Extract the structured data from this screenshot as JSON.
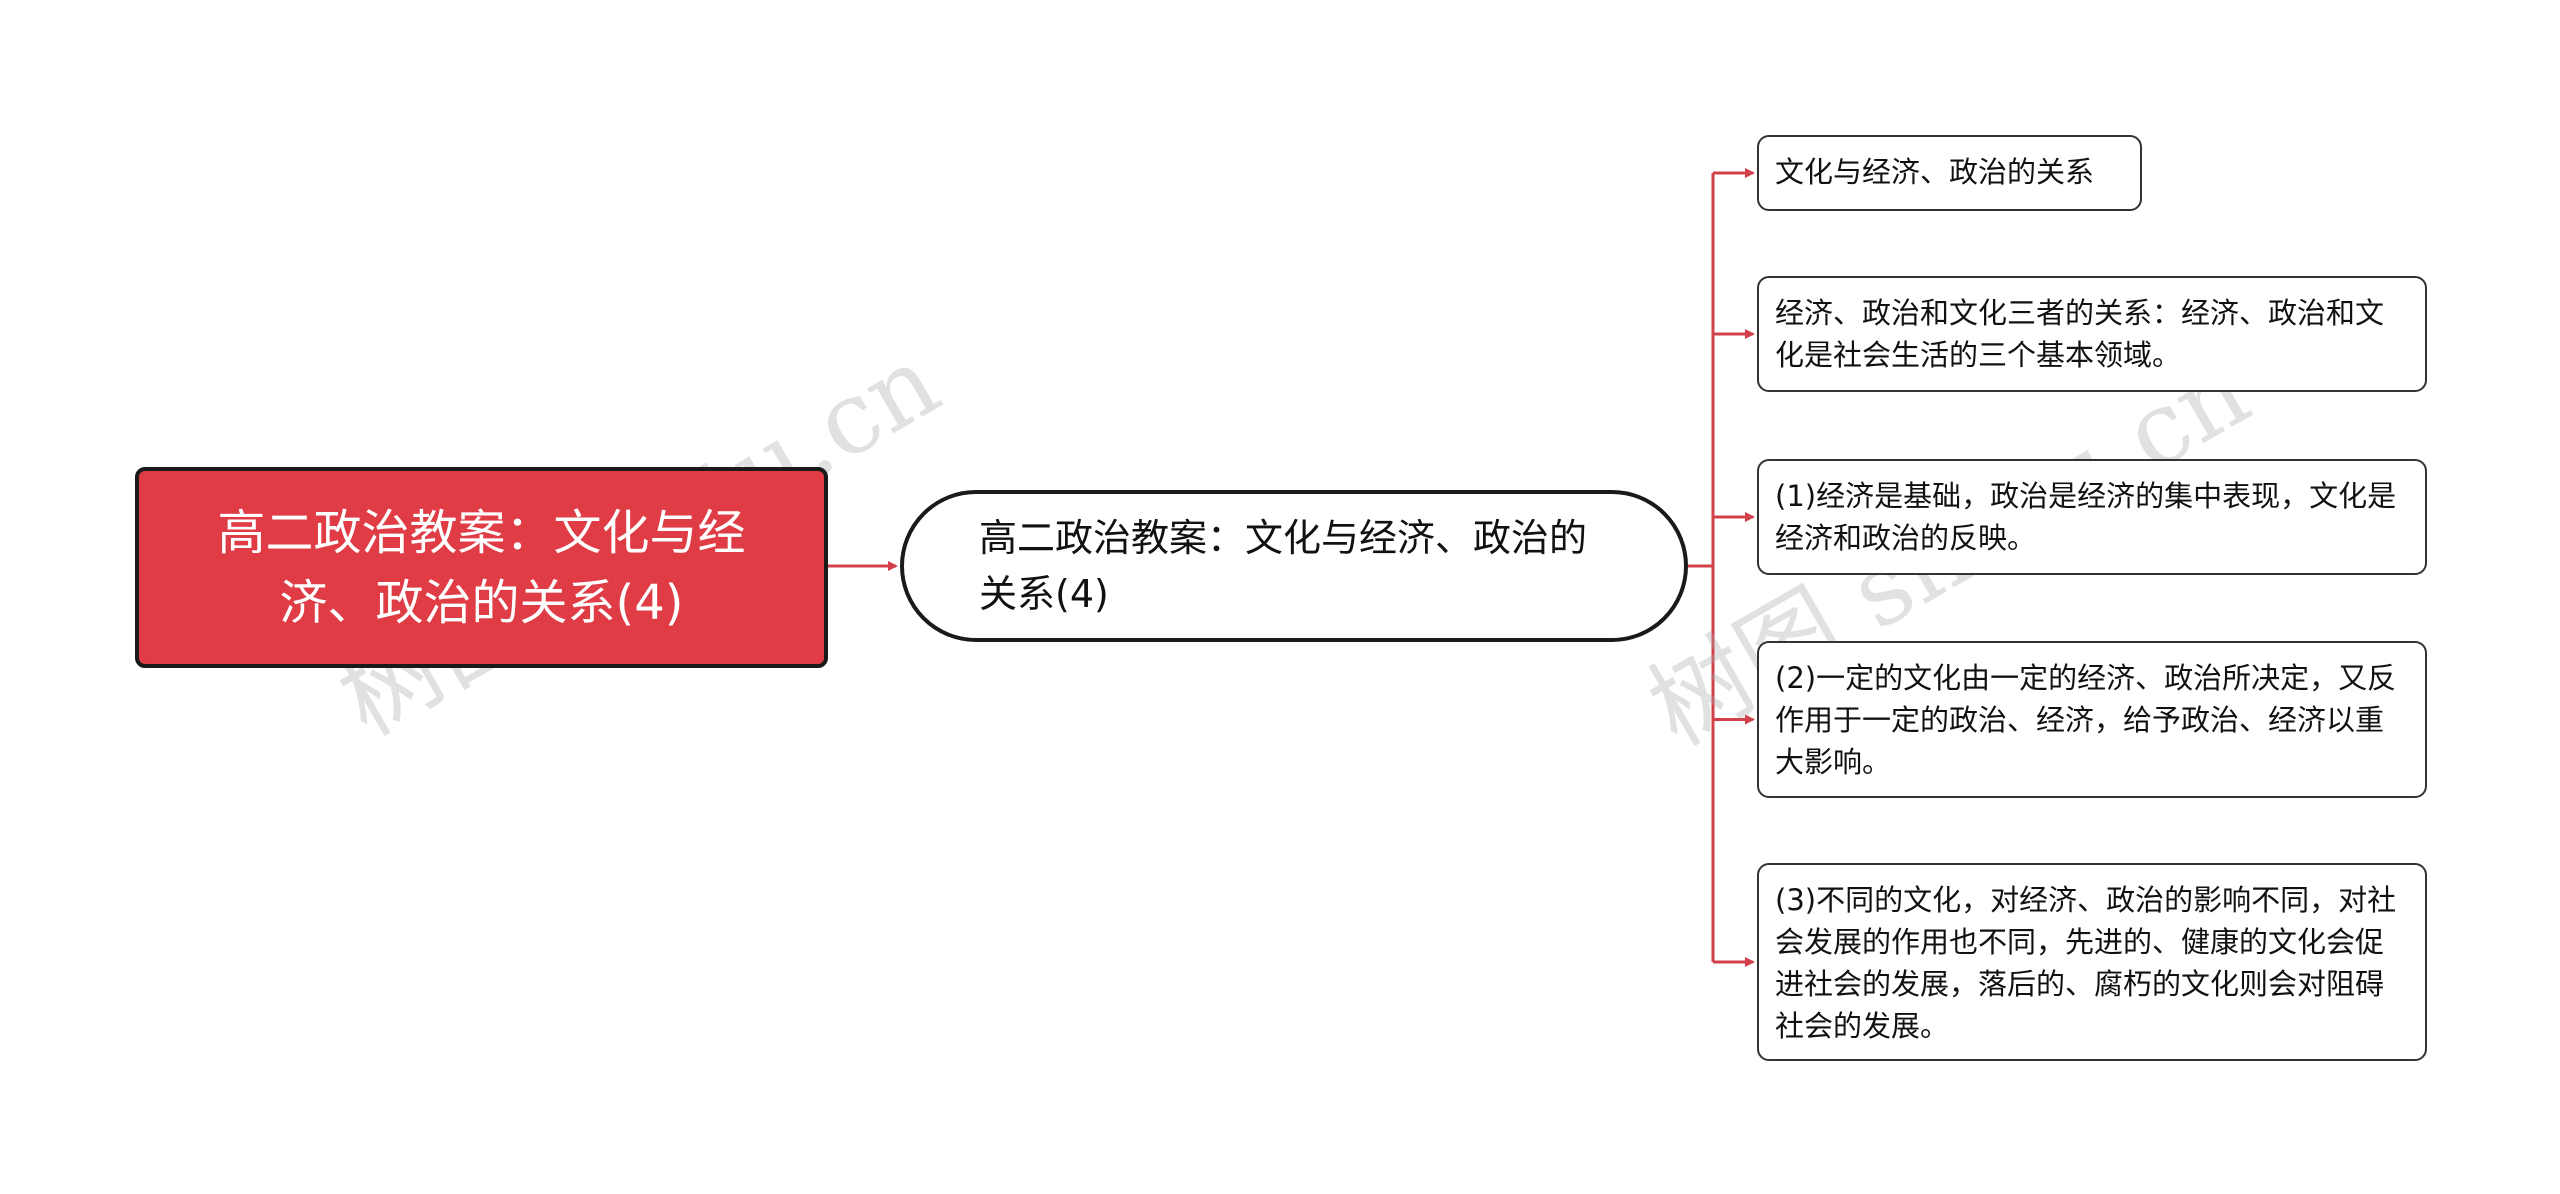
{
  "colors": {
    "root_fill": "#e03c46",
    "connector": "#d2404a",
    "border": "#1a1a1a"
  },
  "root": {
    "text": "高二政治教案：文化与经济、政治的关系(4)"
  },
  "center": {
    "text": "高二政治教案：文化与经济、政治的关系(4)"
  },
  "leaves": [
    {
      "text": "文化与经济、政治的关系"
    },
    {
      "text": "经济、政治和文化三者的关系：经济、政治和文化是社会生活的三个基本领域。"
    },
    {
      "text": "(1)经济是基础，政治是经济的集中表现，文化是经济和政治的反映。"
    },
    {
      "text": "(2)一定的文化由一定的经济、政治所决定，又反作用于一定的政治、经济，给予政治、经济以重大影响。"
    },
    {
      "text": "(3)不同的文化，对经济、政治的影响不同，对社会发展的作用也不同，先进的、健康的文化会促进社会的发展，落后的、腐朽的文化则会对阻碍社会的发展。"
    }
  ],
  "watermark": {
    "text": "树图 shutu.cn"
  }
}
